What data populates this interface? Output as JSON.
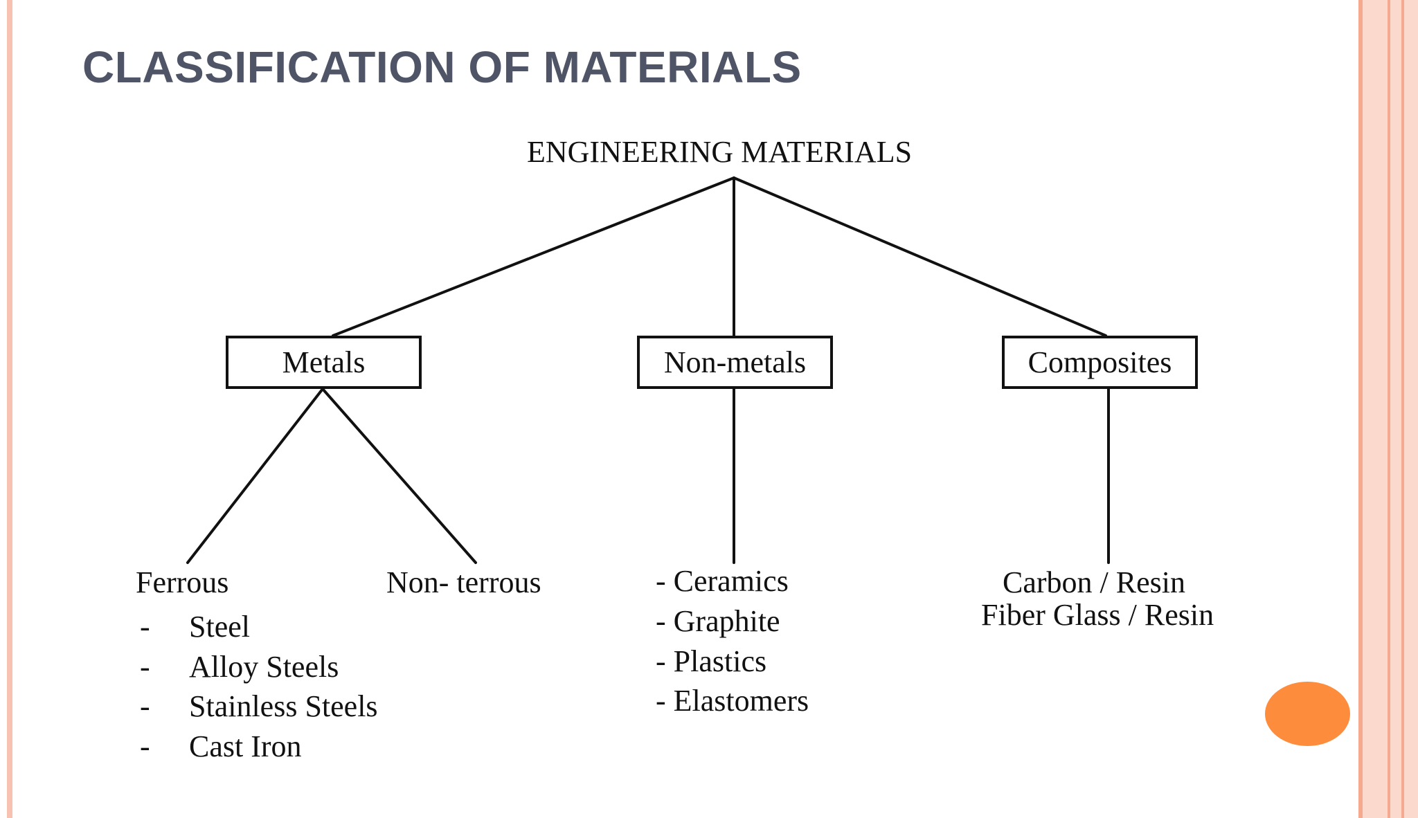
{
  "slide": {
    "title": "CLASSIFICATION OF MATERIALS"
  },
  "diagram": {
    "root": "ENGINEERING MATERIALS",
    "categories": [
      {
        "label": "Metals",
        "subgroups": [
          {
            "label": "Ferrous",
            "items": [
              "Steel",
              "Alloy Steels",
              "Stainless Steels",
              "Cast Iron"
            ]
          },
          {
            "label": "Non- terrous"
          }
        ]
      },
      {
        "label": "Non-metals",
        "items": [
          "- Ceramics",
          "- Graphite",
          "- Plastics",
          "- Elastomers"
        ]
      },
      {
        "label": "Composites",
        "items": [
          "Carbon / Resin",
          "Fiber Glass / Resin"
        ]
      }
    ],
    "bullet": "-"
  },
  "colors": {
    "title": "#4f5566",
    "stripe": "#f7c2b1",
    "accent": "#fd8c3c",
    "ink": "#111111"
  }
}
